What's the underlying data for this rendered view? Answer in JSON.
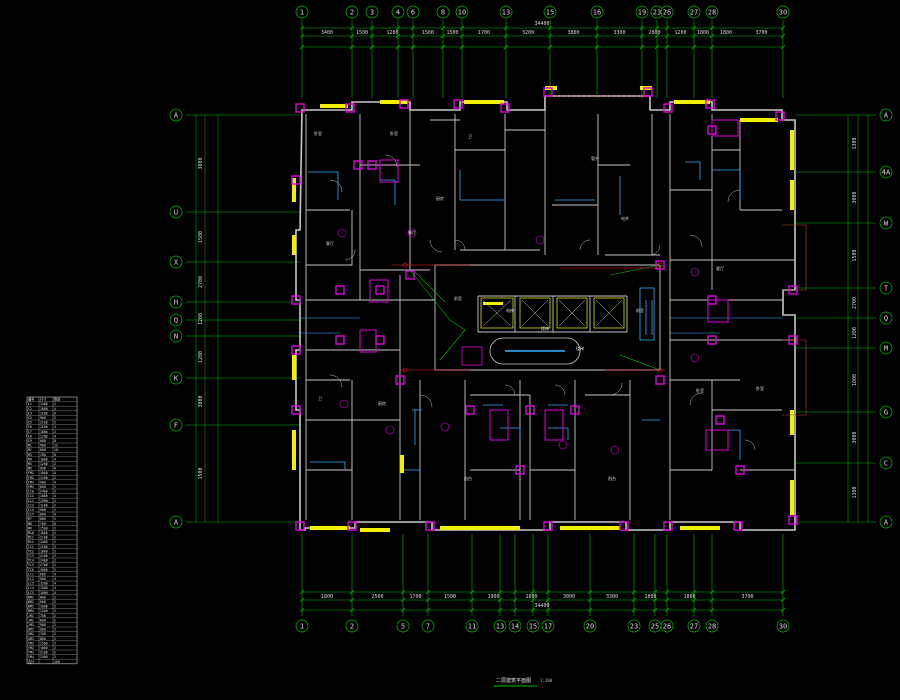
{
  "colors": {
    "background": "#000000",
    "axis": "#00c000",
    "wall": "#c8c8c8",
    "window": "#f0f000",
    "column": "#e000e0",
    "fixture": "#2fb0ff",
    "annotation": "#ff2020",
    "room_label": "#d8d8d8"
  },
  "top_axes": [
    "1",
    "2",
    "3",
    "4",
    "6",
    "8",
    "10",
    "13",
    "15",
    "16",
    "19",
    "23",
    "26",
    "27",
    "28",
    "30"
  ],
  "bottom_axes": [
    "1",
    "2",
    "5",
    "7",
    "11",
    "13",
    "14",
    "15",
    "17",
    "20",
    "23",
    "25",
    "26",
    "27",
    "28",
    "30"
  ],
  "left_axes": [
    "A",
    "U",
    "X",
    "H",
    "Q",
    "N",
    "K",
    "F",
    "A"
  ],
  "right_axes": [
    "A",
    "4A",
    "W",
    "T",
    "Q",
    "M",
    "G",
    "C",
    "A"
  ],
  "top_dims": [
    "3400",
    "1500",
    "1200",
    "1500",
    "1500",
    "1700",
    "3200",
    "3800",
    "3300",
    "2800",
    "1200",
    "1800",
    "1800",
    "3700"
  ],
  "top_total": "34400",
  "bottom_dims": [
    "1800",
    "2500",
    "1700",
    "1500",
    "1900",
    "1800",
    "3000",
    "3300",
    "1800",
    "1800",
    "3700"
  ],
  "bottom_total": "34400",
  "left_dims": [
    "3000",
    "1500",
    "2700",
    "1200",
    "1200",
    "3000",
    "1500"
  ],
  "right_dims": [
    "1300",
    "3000",
    "1500",
    "2700",
    "1200",
    "1800",
    "3000",
    "1300"
  ],
  "room_labels": [
    "卧室",
    "卧室",
    "卫",
    "厨房",
    "客厅",
    "餐厅",
    "电梯",
    "前室",
    "前室",
    "楼梯",
    "楼梯",
    "客厅",
    "卧室",
    "卧室",
    "卫",
    "厨房",
    "阳台",
    "阳台",
    "管井",
    "电井"
  ],
  "legend_rows": [
    [
      "编号",
      "尺寸",
      "数量"
    ],
    [
      "C1",
      "1500",
      "2"
    ],
    [
      "C2",
      "1800",
      "4"
    ],
    [
      "C3",
      "1200",
      "6"
    ],
    [
      "C4",
      "900",
      "2"
    ],
    [
      "C5",
      "2100",
      "2"
    ],
    [
      "C6",
      "1500",
      "4"
    ],
    [
      "C7",
      "1800",
      "2"
    ],
    [
      "C8",
      "1200",
      "4"
    ],
    [
      "C9",
      "600",
      "8"
    ],
    [
      "M1",
      "900",
      "12"
    ],
    [
      "M2",
      "800",
      "10"
    ],
    [
      "M3",
      "700",
      "8"
    ],
    [
      "M4",
      "1000",
      "4"
    ],
    [
      "M5",
      "1200",
      "2"
    ],
    [
      "M6",
      "900",
      "6"
    ],
    [
      "FM1",
      "1000",
      "4"
    ],
    [
      "FM2",
      "1200",
      "2"
    ],
    [
      "FM3",
      "900",
      "4"
    ],
    [
      "FM4",
      "800",
      "2"
    ],
    [
      "C10",
      "2400",
      "2"
    ],
    [
      "C11",
      "1800",
      "4"
    ],
    [
      "C12",
      "1500",
      "2"
    ],
    [
      "C13",
      "1200",
      "2"
    ],
    [
      "C14",
      "900",
      "2"
    ],
    [
      "C15",
      "600",
      "4"
    ],
    [
      "M7",
      "800",
      "2"
    ],
    [
      "M8",
      "700",
      "6"
    ],
    [
      "M9",
      "1500",
      "2"
    ],
    [
      "M10",
      "1800",
      "2"
    ],
    [
      "M11",
      "2100",
      "2"
    ],
    [
      "M12",
      "2400",
      "2"
    ],
    [
      "TC1",
      "1500",
      "2"
    ],
    [
      "TC2",
      "1800",
      "2"
    ],
    [
      "TC3",
      "2100",
      "2"
    ],
    [
      "TC4",
      "2400",
      "2"
    ],
    [
      "TC5",
      "2700",
      "2"
    ],
    [
      "TC6",
      "3000",
      "2"
    ],
    [
      "LC1",
      "600",
      "4"
    ],
    [
      "LC2",
      "900",
      "4"
    ],
    [
      "LC3",
      "1200",
      "4"
    ],
    [
      "LC4",
      "1500",
      "4"
    ],
    [
      "LC5",
      "1800",
      "4"
    ],
    [
      "BM1",
      "800",
      "2"
    ],
    [
      "BM2",
      "900",
      "2"
    ],
    [
      "BM3",
      "1000",
      "2"
    ],
    [
      "BM4",
      "1200",
      "2"
    ],
    [
      "JM1",
      "700",
      "2"
    ],
    [
      "JM2",
      "800",
      "2"
    ],
    [
      "JM3",
      "900",
      "2"
    ],
    [
      "GM1",
      "600",
      "2"
    ],
    [
      "GM2",
      "700",
      "2"
    ],
    [
      "GM3",
      "800",
      "2"
    ],
    [
      "YM1",
      "1500",
      "2"
    ],
    [
      "YM2",
      "1800",
      "2"
    ],
    [
      "YM3",
      "2100",
      "2"
    ],
    [
      "YM4",
      "2400",
      "2"
    ],
    [
      "合计",
      "",
      "160"
    ]
  ],
  "drawing_title": "二层建筑平面图",
  "drawing_scale": "1:100"
}
